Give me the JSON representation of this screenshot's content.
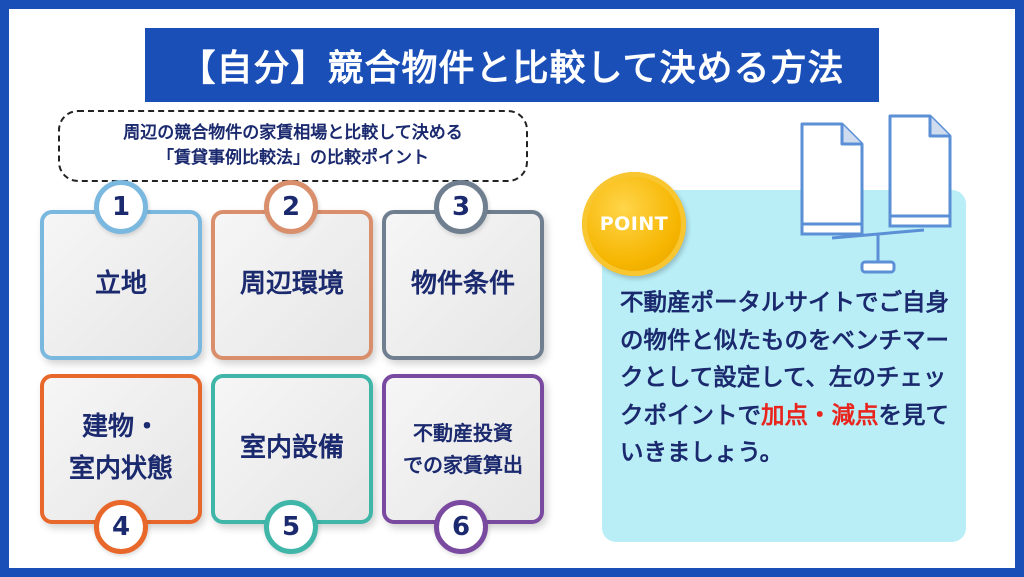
{
  "title": "【自分】競合物件と比較して決める方法",
  "subtitle": {
    "line1": "周辺の競合物件の家賃相場と比較して決める",
    "line2": "「賃貸事例比較法」の比較ポイント"
  },
  "cards": [
    {
      "num": "1",
      "label": "立地",
      "color": "#7bb8e0"
    },
    {
      "num": "2",
      "label": "周辺環境",
      "color": "#d98f6b"
    },
    {
      "num": "3",
      "label": "物件条件",
      "color": "#6f7f90"
    },
    {
      "num": "4",
      "label": "建物・\n室内状態",
      "color": "#e8672a"
    },
    {
      "num": "5",
      "label": "室内設備",
      "color": "#3fb6a8"
    },
    {
      "num": "6",
      "label": "不動産投資\nでの家賃算出",
      "color": "#7a4aa0"
    }
  ],
  "point": {
    "badge": "POINT",
    "text_before": "不動産ポータルサイトでご自身の物件と似たものをベンチマークとして設定して、左のチェックポイントで",
    "highlight": "加点・減点",
    "text_after": "を見ていきましょう。"
  },
  "icon": "document-scale-icon",
  "colors": {
    "frame": "#1a4fb8",
    "title_bg": "#1a4fb8",
    "text": "#1b2a6e",
    "panel": "#b9eef7",
    "highlight": "#e8241d",
    "badge": "#f6b500"
  }
}
